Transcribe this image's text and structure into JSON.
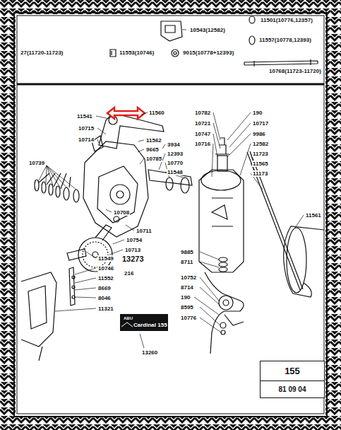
{
  "diagram": {
    "nodes": [
      {
        "text": [
          "155",
          "81 09 04"
        ]
      }
    ],
    "labels": [
      "10543(12582)",
      "11501(10776,12357)",
      "11557(10778,12393)",
      "27(11720-11723)",
      "11553(10746)",
      "9015(10778+12393)",
      "10768(11723-11720)",
      "11541",
      "11560",
      "10715",
      "10714",
      "11562",
      "9665",
      "10785",
      "10739",
      "10708",
      "10711",
      "10754",
      "10713",
      "11549",
      "13273",
      "216",
      "10746",
      "11552",
      "8669",
      "8046",
      "11321",
      "ABU",
      "Cardinal 155",
      "13260",
      "3934",
      "12393",
      "10770",
      "11548",
      "10782",
      "10721",
      "10747",
      "10716",
      "190",
      "10717",
      "9986",
      "12582",
      "11723",
      "11565",
      "11173",
      "11561",
      "9885",
      "8711",
      "10752",
      "8714",
      "190",
      "8595",
      "10776"
    ]
  }
}
